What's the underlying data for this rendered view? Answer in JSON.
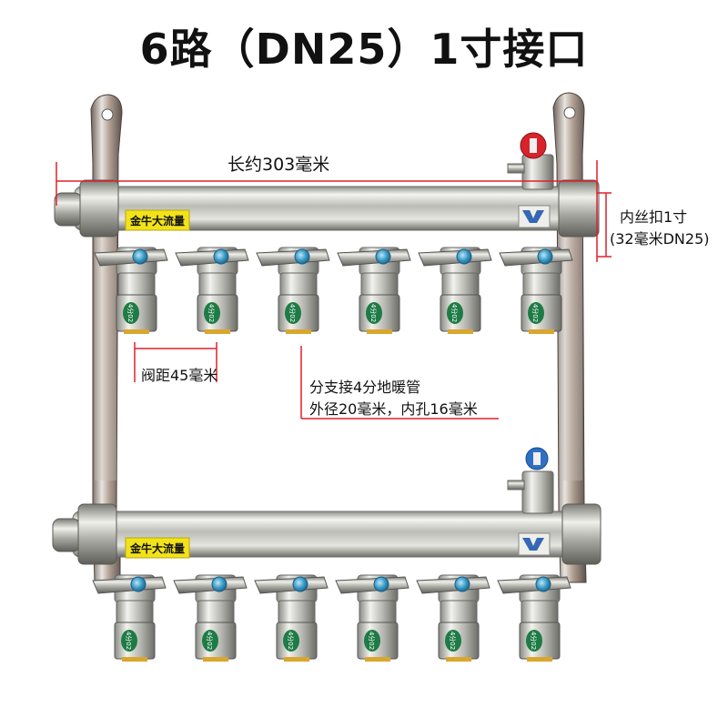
{
  "title": "6路（DN25）1寸接口",
  "annotations": {
    "length": "长约303毫米",
    "thread_line1": "内丝扣1寸",
    "thread_line2": "(32毫米DN25)",
    "spacing": "阀距45毫米",
    "branch_line1": "分支接4分地暖管",
    "branch_line2": "外径20毫米，内孔16毫米"
  },
  "product_label": "金牛大流量",
  "nut_marking": "4分02",
  "branch_count": 6,
  "colors": {
    "annotation_line": "#e0202a",
    "label_bg": "#f2e21a",
    "valve_handle_red": "#d8232a",
    "valve_handle_blue": "#2f6fc4",
    "nut_badge": "#1e7b45",
    "brass_insert": "#d9a62f"
  }
}
